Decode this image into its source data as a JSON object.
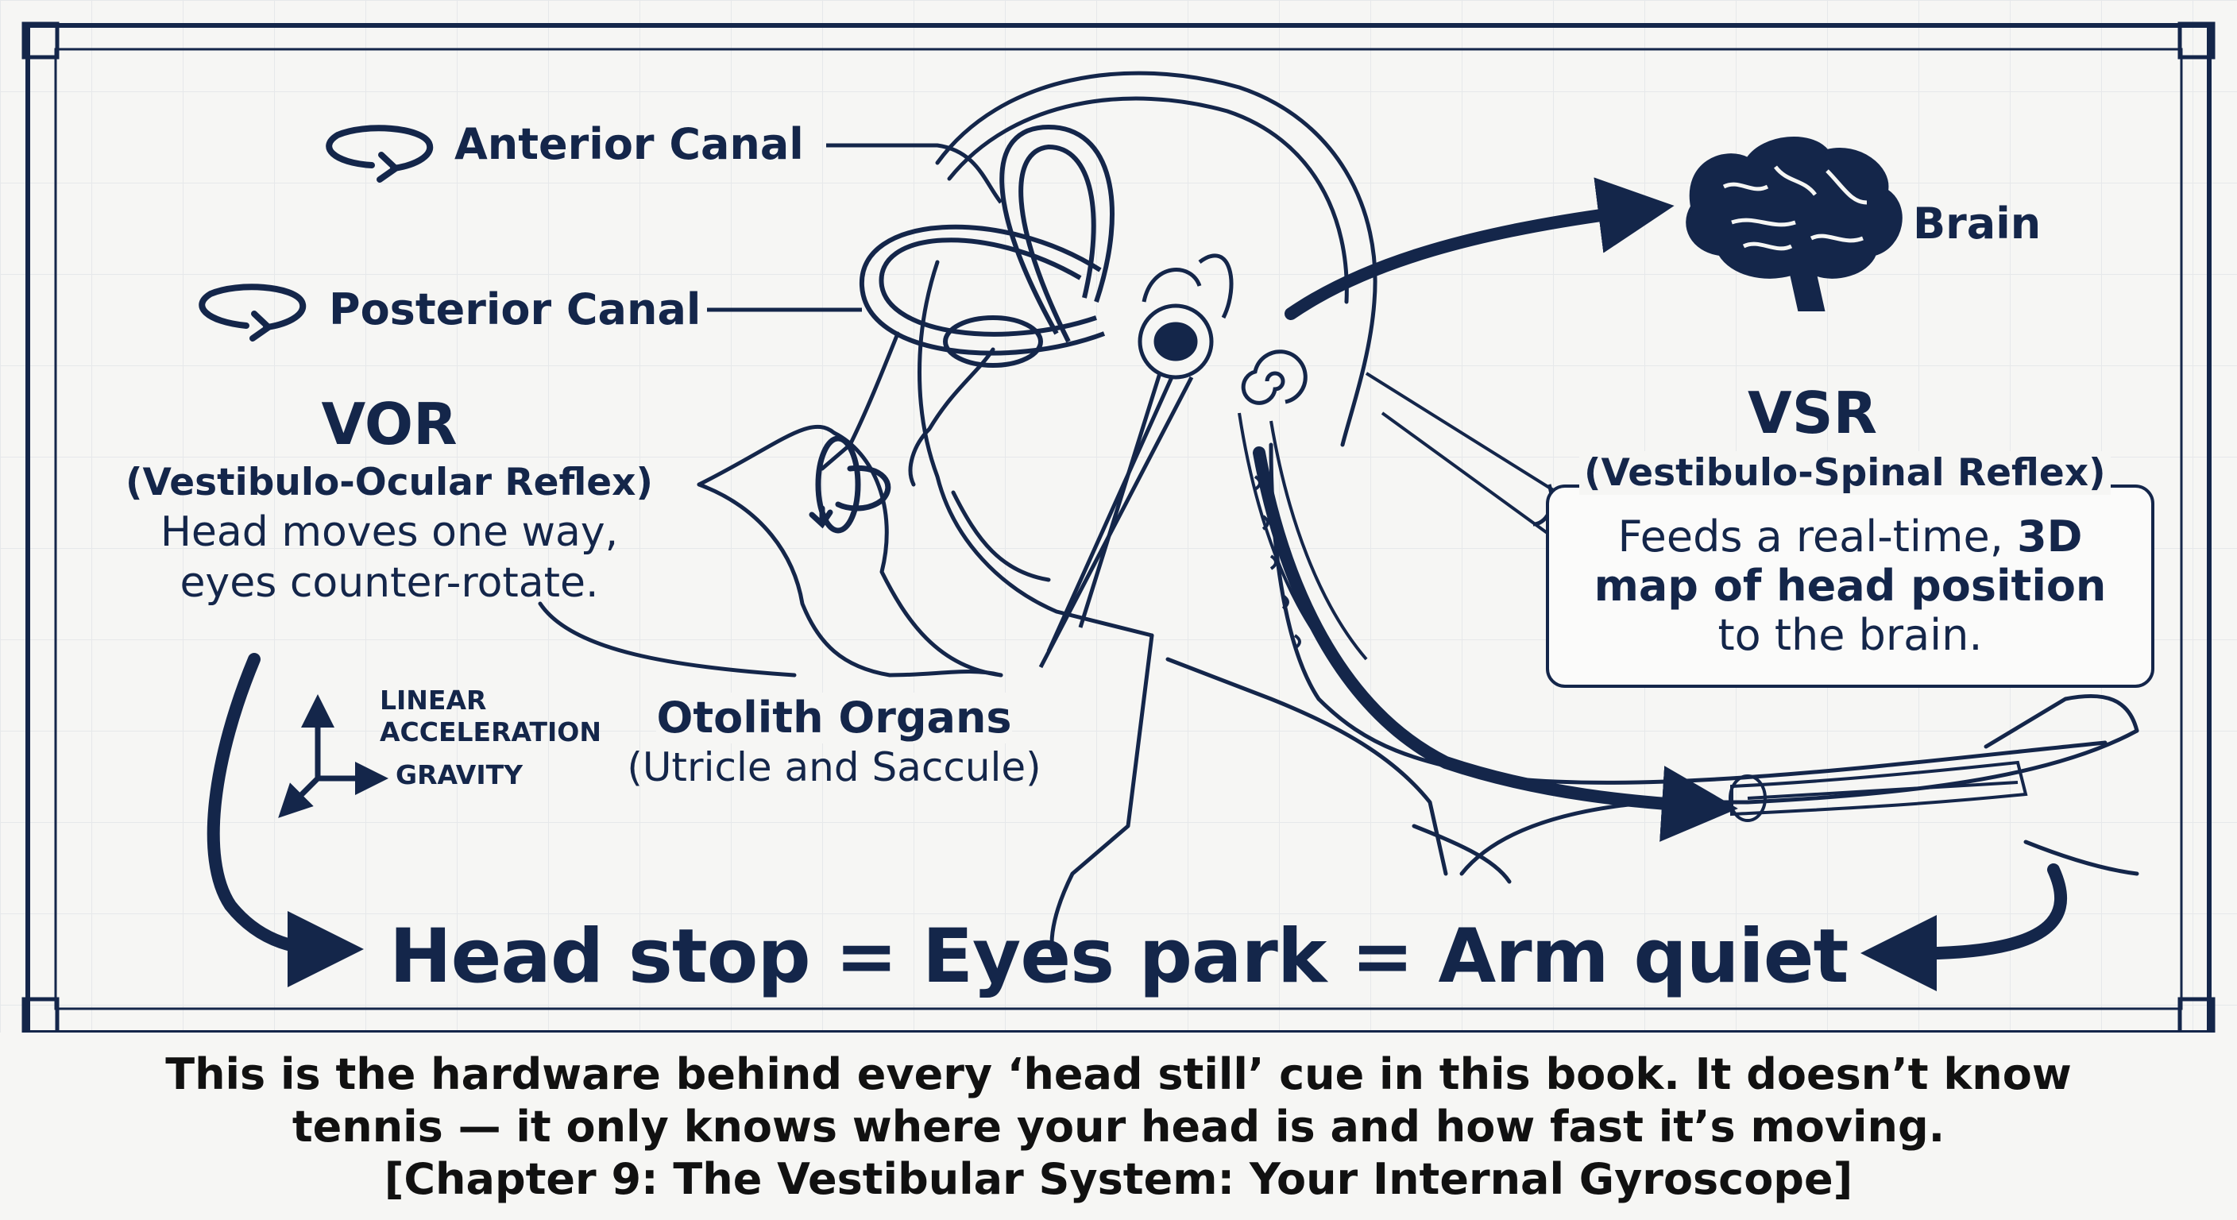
{
  "labels": {
    "anterior_canal": "Anterior Canal",
    "posterior_canal": "Posterior Canal",
    "brain": "Brain",
    "otolith_title": "Otolith Organs",
    "otolith_sub": "(Utricle and Saccule)"
  },
  "vor": {
    "title": "VOR",
    "subtitle": "(Vestibulo-Ocular Reflex)",
    "line1": "Head moves one way,",
    "line2": "eyes counter-rotate."
  },
  "vsr": {
    "title": "VSR",
    "subtitle": "(Vestibulo-Spinal Reflex)",
    "line1_pre": "Feeds a real-time, ",
    "line1_bold": "3D",
    "line2": "map of head position",
    "line3": "to the brain."
  },
  "axes": {
    "label1": "LINEAR",
    "label2": "ACCELERATION",
    "label3": "GRAVITY"
  },
  "equation": "Head stop = Eyes park = Arm quiet",
  "caption": {
    "line1": "This is the hardware behind every ‘head still’ cue in this book. It doesn’t know",
    "line2": "tennis — it only knows where your head is and how fast it’s moving.",
    "line3": "[Chapter 9: The Vestibular System: Your Internal Gyroscope]"
  },
  "colors": {
    "navy": "#14264a",
    "background": "#f6f6f4",
    "caption": "#111111"
  }
}
